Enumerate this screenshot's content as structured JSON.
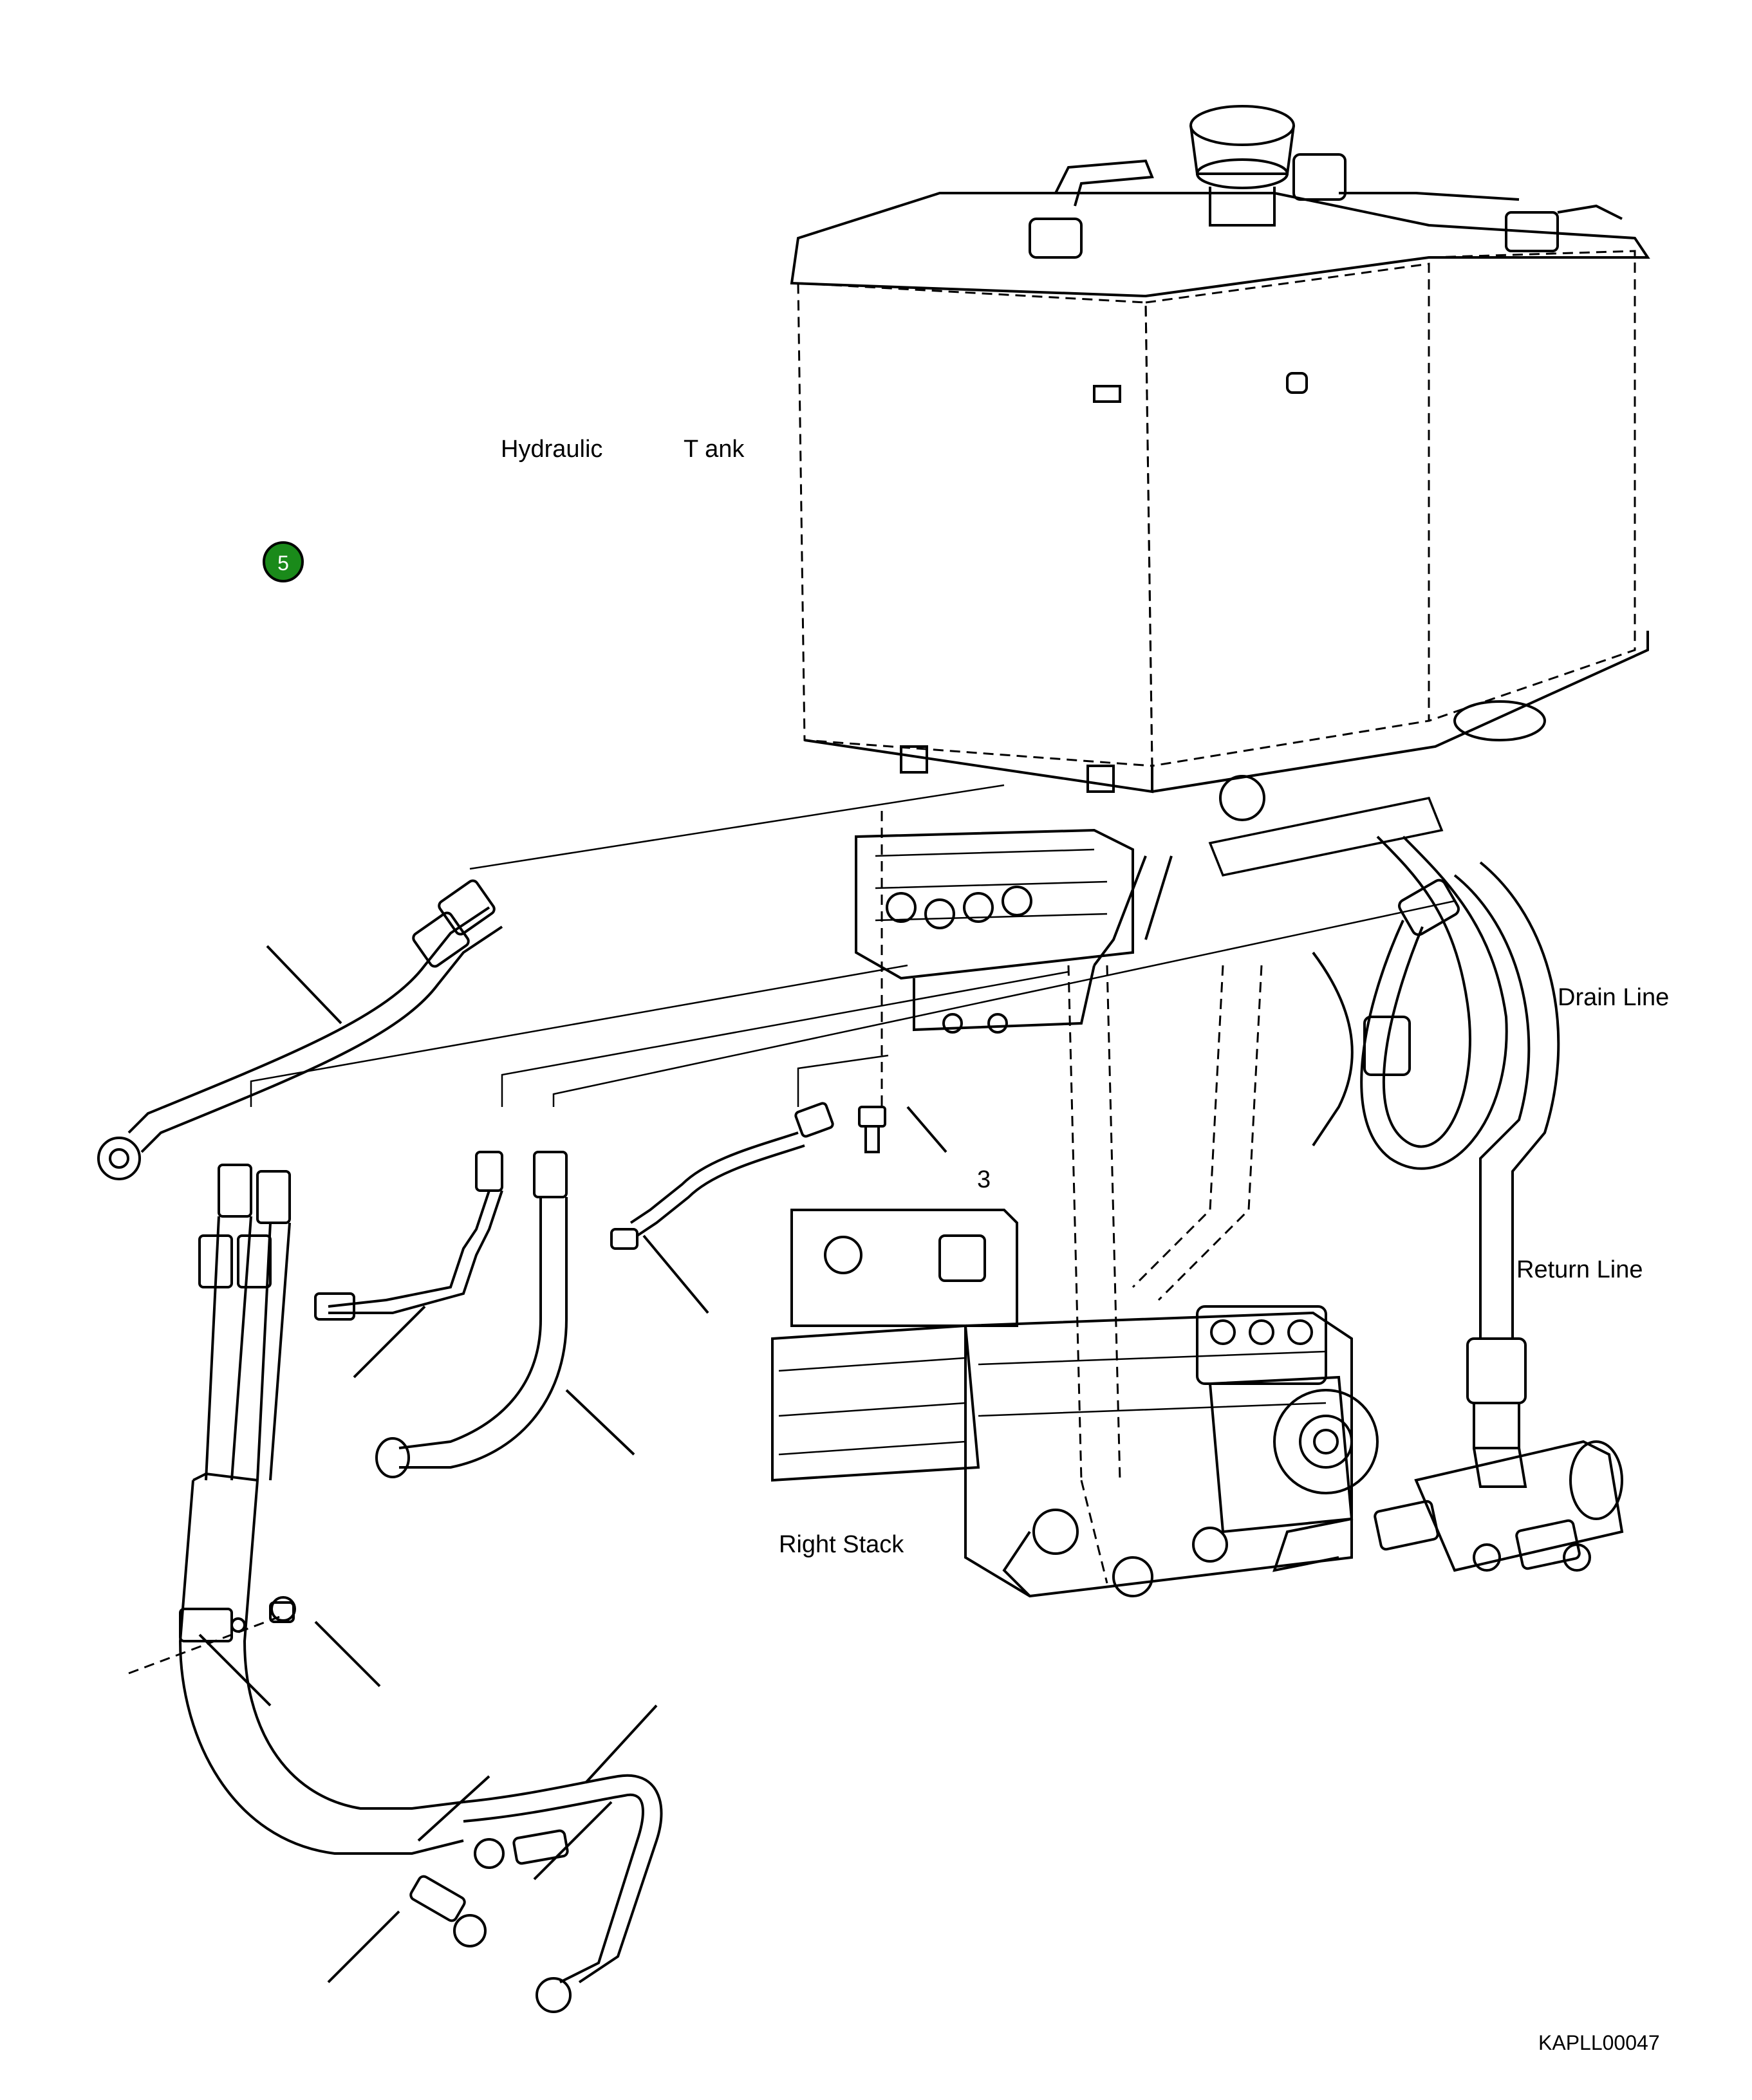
{
  "labels": {
    "hydraulic": "Hydraulic",
    "tank": "T ank",
    "drain_line": "Drain Line",
    "return_line": "Return Line",
    "right_stack": "Right Stack",
    "callout_3": "3",
    "figure_code": "KAPLL00047"
  },
  "marker": {
    "number": "5",
    "color": "#1a8a1a"
  }
}
